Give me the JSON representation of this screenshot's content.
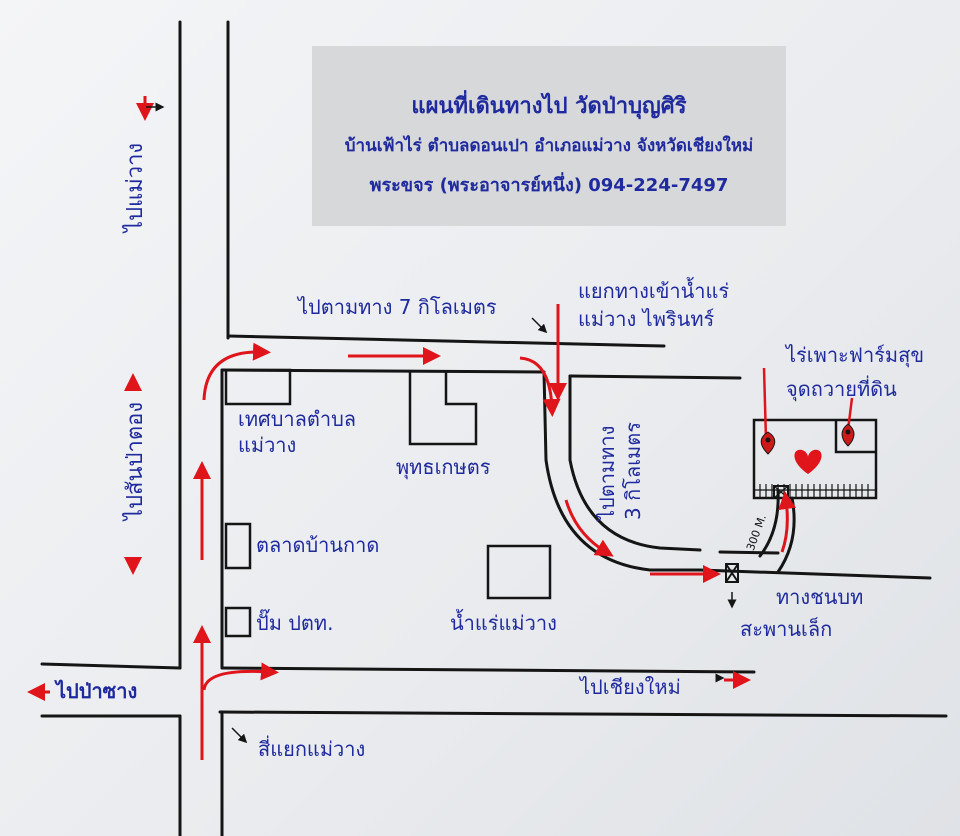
{
  "title": {
    "line1": "แผนที่เดินทางไป วัดป่าบุญศิริ",
    "line2": "บ้านเฟ้าไร่ ตำบลดอนเปา อำเภอแม่วาง จังหวัดเชียงใหม่",
    "line3": "พระขจร (พระอาจารย์หนึ่ง) 094-224-7497"
  },
  "labels": {
    "to_mae_wang": "ไปแม่วาง",
    "to_san_pa_tong": "ไปสันป่าตอง",
    "to_pa_sang": "ไปป่าซาง",
    "to_chiang_mai": "ไปเชียงใหม่",
    "follow_7km": "ไปตามทาง 7 กิโลเมตร",
    "junction_line1": "แยกทางเข้าน้ำแร่",
    "junction_line2": "แม่วาง ไพรินทร์",
    "follow_3km_line1": "ไปตามทาง",
    "follow_3km_line2": "3 กิโลเมตร",
    "municipality_line1": "เทศบาลตำบล",
    "municipality_line2": "แม่วาง",
    "buddhakaset": "พุทธเกษตร",
    "market": "ตลาดบ้านกาด",
    "gas_station": "ปั๊ม ปตท.",
    "hot_spring": "น้ำแร่แม่วาง",
    "farm_line1": "ไร่เพาะฟาร์มสุข",
    "farm_line2": "จุดถวายที่ดิน",
    "rural_road": "ทางชนบท",
    "small_bridge": "สะพานเล็ก",
    "intersection": "สี่แยกแม่วาง",
    "distance": "300 M."
  },
  "colors": {
    "text": "#1f2a9e",
    "arrow": "#e0141b",
    "ink": "#151515",
    "box": "#d7d8da"
  },
  "icons": [
    "heart-icon",
    "location-pin-icon",
    "arrow-icon"
  ]
}
